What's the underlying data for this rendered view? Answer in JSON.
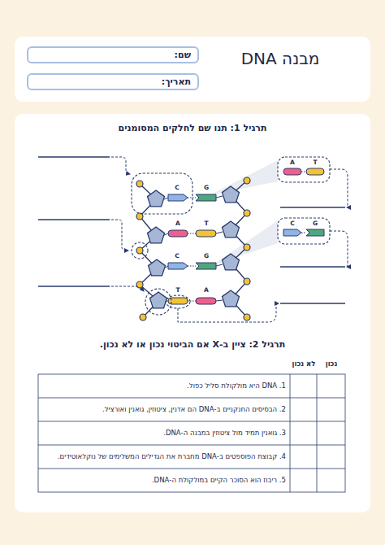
{
  "diagram": {
    "title": "מבנה DNA",
    "nodes": [
      {
        "text": [
          "שם:"
        ]
      },
      {
        "text": [
          "תאריך:"
        ]
      }
    ],
    "labels": [
      "תרגיל 1: תנו שם לחלקים המסומנים",
      "C",
      "G",
      "A",
      "T",
      "C",
      "G",
      "T",
      "A",
      "A",
      "T",
      "C",
      "G",
      "תרגיל 2: ציין ב-X אם הביטוי נכון או לא נכון.",
      "נכון",
      "לא נכון",
      "1. DNA היא מולקולת סליל כפול.",
      "2. הבסיסים החנקניים ב-DNA הם אדנין, ציטוזין, גואנין ואורציל.",
      "3. גואנין תמיד מול ציטוזין במבנה ה-DNA.",
      "4. קבוצת הפוספטים ב-DNA מחברת את הגדילים המשלימים של נוקלאוטידים.",
      "5. ריבוז הוא הסוכר הקיים במולקולת ה-DNA."
    ]
  }
}
